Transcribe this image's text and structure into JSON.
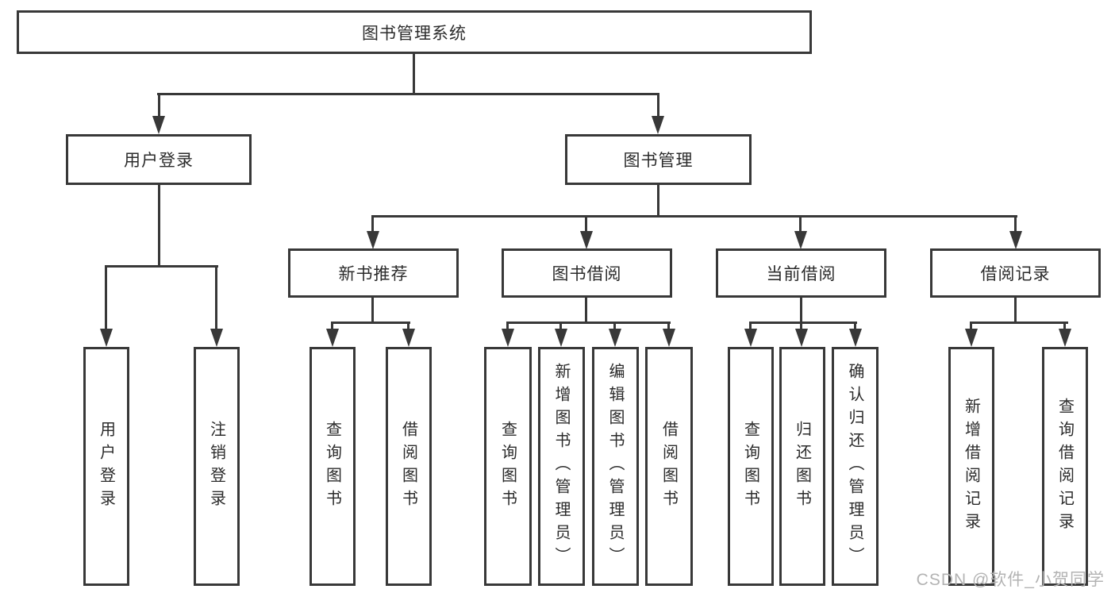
{
  "diagram": {
    "root": "图书管理系统",
    "user_login_branch": {
      "label": "用户登录",
      "children": [
        "用户登录",
        "注销登录"
      ]
    },
    "book_mgmt_branch": {
      "label": "图书管理",
      "sections": [
        {
          "label": "新书推荐",
          "children": [
            "查询图书",
            "借阅图书"
          ]
        },
        {
          "label": "图书借阅",
          "children": [
            "查询图书",
            "新增图书（管理员）",
            "编辑图书（管理员）",
            "借阅图书"
          ]
        },
        {
          "label": "当前借阅",
          "children": [
            "查询图书",
            "归还图书",
            "确认归还（管理员）"
          ]
        },
        {
          "label": "借阅记录",
          "children": [
            "新增借阅记录",
            "查询借阅记录"
          ]
        }
      ]
    },
    "colors": {
      "line": "#383838",
      "text": "#2b2b2b",
      "background": "#ffffff",
      "watermark": "#b3b3b3"
    }
  },
  "watermark": "CSDN @软件_小贺同学"
}
